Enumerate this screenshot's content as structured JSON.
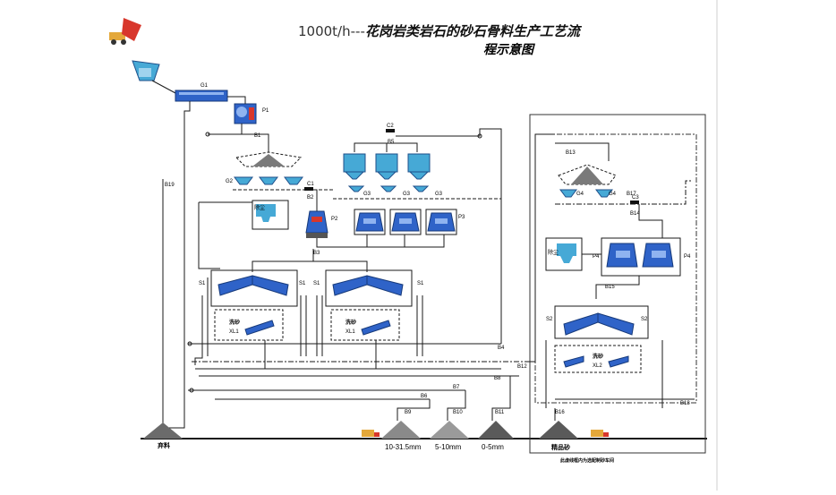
{
  "title": {
    "line1_prefix": "1000t/h---",
    "line1_main": "花岗岩类岩石的砂石骨料生产工艺流",
    "line2": "程示意图"
  },
  "colors": {
    "equipment_blue": "#2f63c8",
    "equipment_teal": "#46a9d6",
    "line": "#1a1a1a",
    "dashed": "#333333",
    "product_pile": "#6b6b6b",
    "truck": "#e4a83a"
  },
  "labels": {
    "g1": "G1",
    "p1": "P1",
    "b1": "B1",
    "b19": "B19",
    "g2": "G2",
    "c1": "C1",
    "b2": "B2",
    "p2": "P2",
    "c2": "C2",
    "b5": "B5",
    "g3a": "G3",
    "g3b": "G3",
    "g3c": "G3",
    "p3": "P3",
    "b3": "B3",
    "s1a": "S1",
    "s1b": "S1",
    "s1c": "S1",
    "s1d": "S1",
    "xl1a_cn": "洗砂",
    "xl1a": "XL1",
    "xl1b_cn": "洗砂",
    "xl1b": "XL1",
    "b4": "B4",
    "b12": "B12",
    "b7": "B7",
    "b8": "B8",
    "b6": "B6",
    "b9": "B9",
    "b10": "B10",
    "b11": "B11",
    "b13": "B13",
    "g4a": "G4",
    "g4b": "G4",
    "b17": "B17",
    "c3": "C3",
    "b14": "B14",
    "p4a": "P4",
    "p4b": "P4",
    "b15": "B15",
    "s2a": "S2",
    "s2b": "S2",
    "xl2_cn": "洗砂",
    "xl2": "XL2",
    "b18": "B18",
    "b16": "B16",
    "dust1_cn": "除尘",
    "dust2_cn": "除尘"
  },
  "products": {
    "waste": "弃料",
    "p1": "10-31.5mm",
    "p2": "5-10mm",
    "p3": "0-5mm",
    "p4": "精品砂"
  },
  "note": "此虚线框内为选配制砂车间"
}
